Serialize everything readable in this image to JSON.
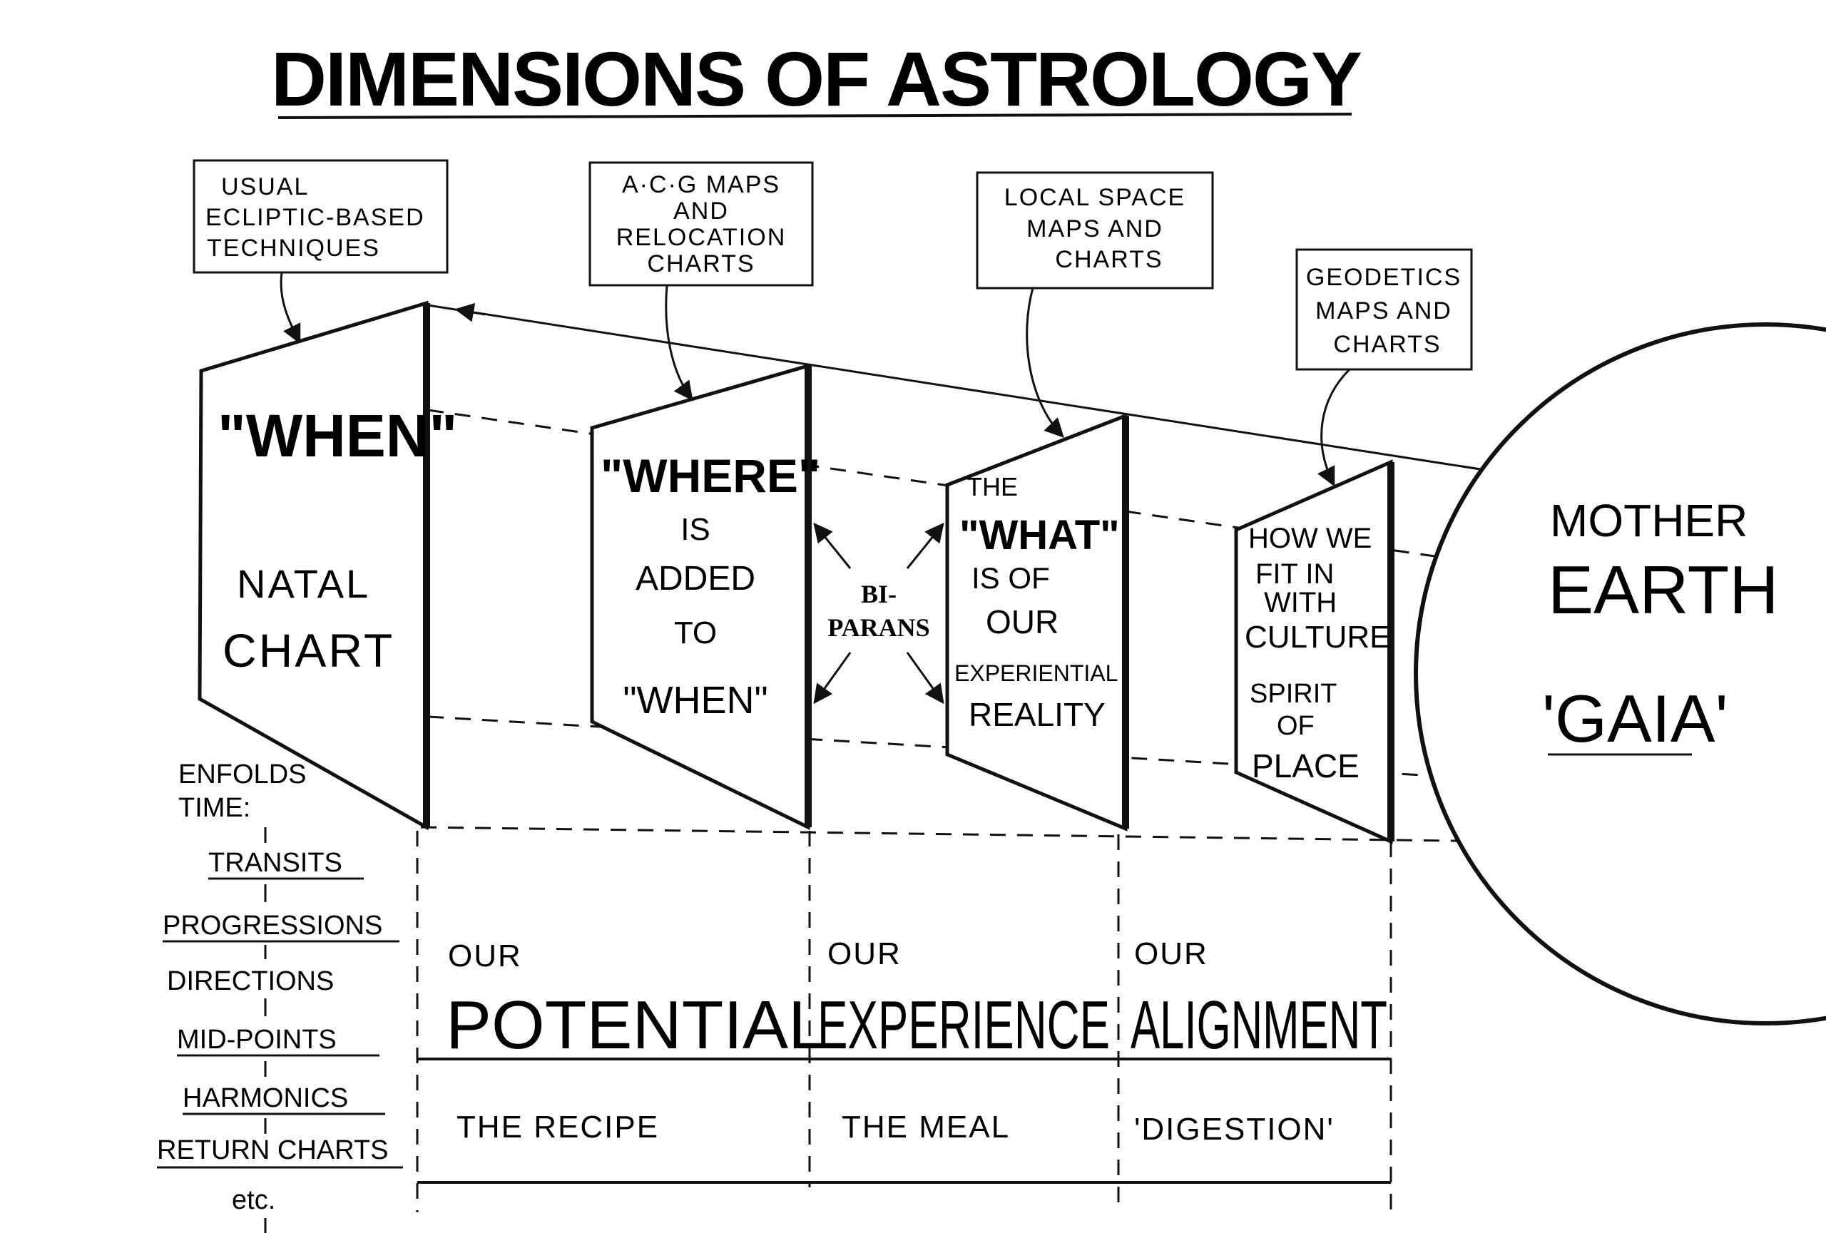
{
  "title": "DIMENSIONS OF ASTROLOGY",
  "labels": {
    "ecliptic": [
      "USUAL",
      "ECLIPTIC-BASED",
      "TECHNIQUES"
    ],
    "acg": [
      "A·C·G MAPS",
      "AND",
      "RELOCATION",
      "CHARTS"
    ],
    "local": [
      "LOCAL SPACE",
      "MAPS AND",
      "CHARTS"
    ],
    "geodetics": [
      "GEODETICS",
      "MAPS AND",
      "CHARTS"
    ]
  },
  "panels": {
    "when": {
      "heading": "\"WHEN\"",
      "lines": [
        "NATAL",
        "CHART"
      ]
    },
    "where": {
      "heading": "\"WHERE\"",
      "lines": [
        "IS",
        "ADDED",
        "TO",
        "\"WHEN\""
      ]
    },
    "what": {
      "lines": [
        "THE",
        "\"WHAT\"",
        "IS OF",
        "OUR",
        "EXPERIENTIAL",
        "REALITY"
      ]
    },
    "how": {
      "lines": [
        "HOW WE",
        "FIT IN",
        "WITH",
        "CULTURE",
        "SPIRIT",
        "OF",
        "PLACE"
      ]
    }
  },
  "biparans": [
    "BI-",
    "PARANS"
  ],
  "earth": [
    "MOTHER",
    "EARTH",
    "'GAIA'"
  ],
  "enfolds": {
    "heading": [
      "ENFOLDS",
      "TIME:"
    ],
    "items": [
      "TRANSITS",
      "PROGRESSIONS",
      "DIRECTIONS",
      "MID-POINTS",
      "HARMONICS",
      "RETURN CHARTS",
      "etc."
    ]
  },
  "columns": [
    {
      "our": "OUR",
      "word": "POTENTIAL",
      "sub": "THE RECIPE"
    },
    {
      "our": "OUR",
      "word": "EXPERIENCE",
      "sub": "THE MEAL"
    },
    {
      "our": "OUR",
      "word": "ALIGNMENT",
      "sub": "'DIGESTION'"
    }
  ]
}
